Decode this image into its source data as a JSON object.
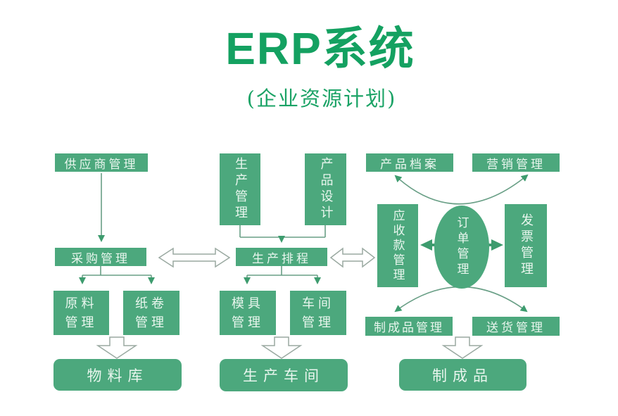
{
  "title": "ERP系统",
  "subtitle": "(企业资源计划)",
  "colors": {
    "box_green": "#4ca87d",
    "title_green": "#14a161",
    "box_text": "#e9f6ee",
    "line_green": "#699f86",
    "arrowhead_green": "#3d9c6e",
    "hollow_outline": "#9aa9a1"
  },
  "nodes": {
    "supplier": "供应商管理",
    "purchasing": "采购管理",
    "raw_material": "原料\n管理",
    "paper_roll": "纸卷\n管理",
    "material_store": "物料库",
    "production_mgmt": "生产管理",
    "product_design": "产品设计",
    "scheduling": "生产排程",
    "mold": "模具\n管理",
    "workshop_mgmt": "车间\n管理",
    "production_workshop": "生产车间",
    "product_archive": "产品档案",
    "marketing": "营销管理",
    "receivables": "应收款管理",
    "order_mgmt": "订单管理",
    "invoice": "发票管理",
    "finished_goods_mgmt": "制成品管理",
    "delivery": "送货管理",
    "finished_goods": "制成品"
  },
  "edges": [
    {
      "from": "supplier",
      "to": "purchasing",
      "type": "arrow"
    },
    {
      "from": "purchasing",
      "to": "raw_material",
      "type": "arrow"
    },
    {
      "from": "purchasing",
      "to": "paper_roll",
      "type": "arrow"
    },
    {
      "from": "raw_material+paper_roll",
      "to": "material_store",
      "type": "block-arrow"
    },
    {
      "from": "production_mgmt+product_design",
      "to": "scheduling",
      "type": "arrow"
    },
    {
      "from": "scheduling",
      "to": "mold",
      "type": "arrow"
    },
    {
      "from": "scheduling",
      "to": "workshop_mgmt",
      "type": "arrow"
    },
    {
      "from": "mold+workshop_mgmt",
      "to": "production_workshop",
      "type": "block-arrow"
    },
    {
      "from": "purchasing",
      "to": "scheduling",
      "type": "double-arrow"
    },
    {
      "from": "scheduling",
      "to": "receivables",
      "type": "double-arrow"
    },
    {
      "from": "order_mgmt",
      "to": "product_archive",
      "type": "curved-arrow"
    },
    {
      "from": "order_mgmt",
      "to": "marketing",
      "type": "curved-arrow"
    },
    {
      "from": "order_mgmt",
      "to": "receivables",
      "type": "arrow"
    },
    {
      "from": "order_mgmt",
      "to": "invoice",
      "type": "arrow"
    },
    {
      "from": "order_mgmt",
      "to": "finished_goods_mgmt",
      "type": "curved-arrow"
    },
    {
      "from": "order_mgmt",
      "to": "delivery",
      "type": "curved-arrow"
    },
    {
      "from": "finished_goods_mgmt+delivery",
      "to": "finished_goods",
      "type": "block-arrow"
    }
  ]
}
